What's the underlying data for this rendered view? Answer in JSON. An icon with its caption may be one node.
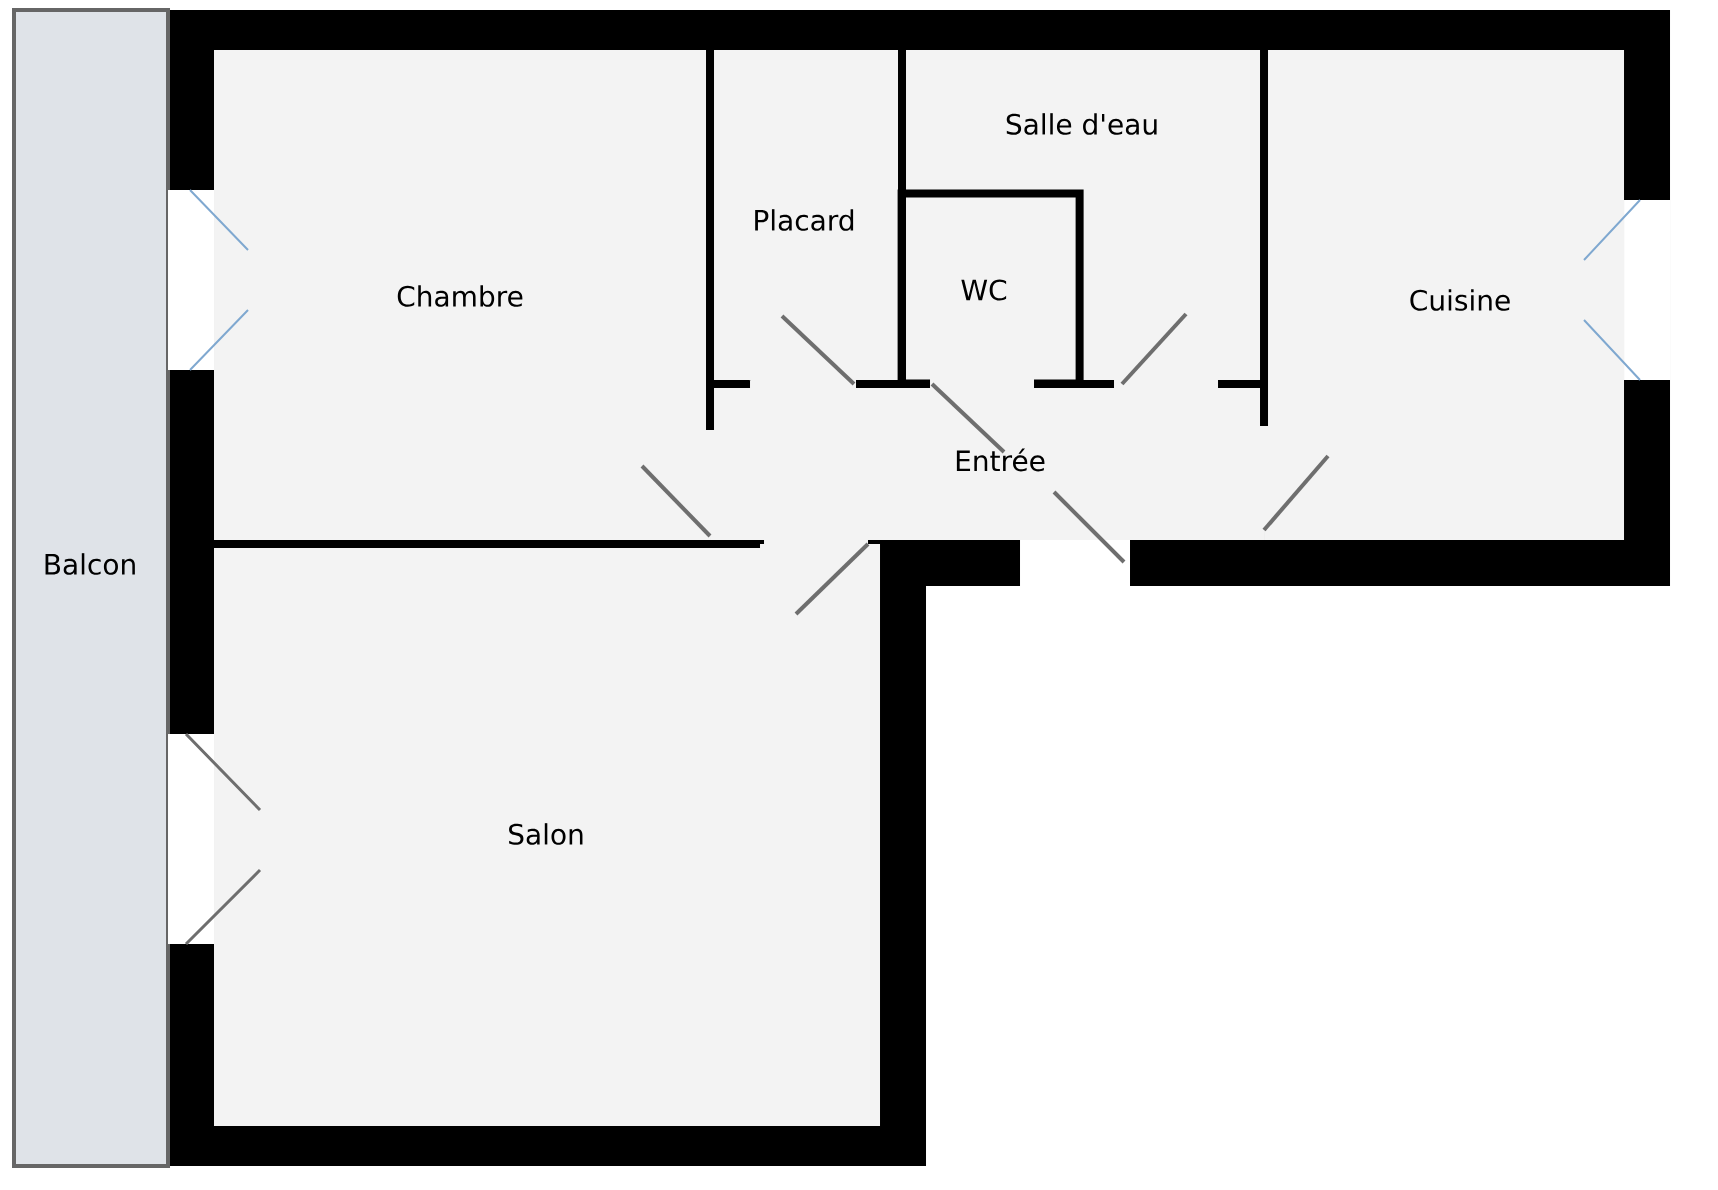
{
  "diagram": {
    "nodes": [
      {
        "text": [
          "Balcon"
        ]
      },
      {
        "text": [
          "Chambre"
        ]
      },
      {
        "text": [
          "Placard"
        ]
      },
      {
        "text": [
          "Salle d'eau"
        ]
      },
      {
        "text": [
          "WC"
        ],
        "in": 3
      },
      {
        "text": [
          "Cuisine"
        ]
      },
      {
        "text": [
          "Entrée"
        ]
      },
      {
        "text": [
          "Salon"
        ]
      }
    ]
  }
}
